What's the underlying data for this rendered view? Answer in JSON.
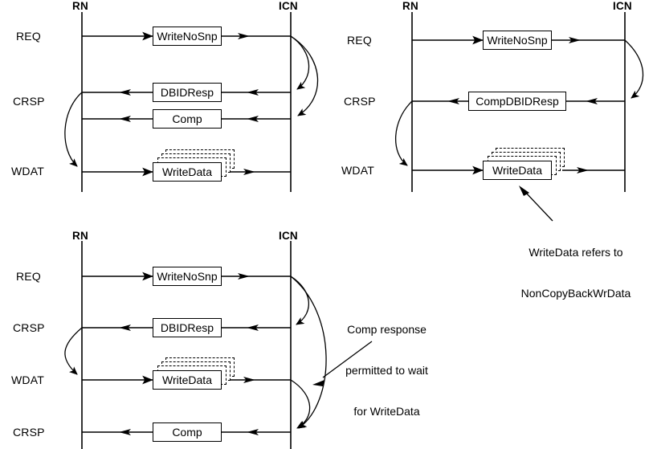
{
  "figure": {
    "title": "CHI write transaction flow diagrams",
    "line_color": "#000000",
    "background": "#ffffff"
  },
  "diagrams": [
    {
      "id": "top-left",
      "name": "writenosnp-separate-dbidresp-comp",
      "agents": {
        "left": "RN",
        "right": "ICN"
      },
      "channels": [
        "REQ",
        "CRSP",
        "CRSP",
        "WDAT"
      ],
      "messages": [
        {
          "name": "WriteNoSnp",
          "channel": "REQ",
          "direction": "rn-to-icn"
        },
        {
          "name": "DBIDResp",
          "channel": "CRSP",
          "direction": "icn-to-rn"
        },
        {
          "name": "Comp",
          "channel": "CRSP",
          "direction": "icn-to-rn"
        },
        {
          "name": "WriteData",
          "channel": "WDAT",
          "direction": "rn-to-icn",
          "repeated": true,
          "copies": 3
        }
      ]
    },
    {
      "id": "top-right",
      "name": "writenosnp-combined-compdbidresp",
      "agents": {
        "left": "RN",
        "right": "ICN"
      },
      "channels": [
        "REQ",
        "CRSP",
        "WDAT"
      ],
      "messages": [
        {
          "name": "WriteNoSnp",
          "channel": "REQ",
          "direction": "rn-to-icn"
        },
        {
          "name": "CompDBIDResp",
          "channel": "CRSP",
          "direction": "icn-to-rn"
        },
        {
          "name": "WriteData",
          "channel": "WDAT",
          "direction": "rn-to-icn",
          "repeated": true,
          "copies": 3
        }
      ],
      "callout": {
        "lines": [
          "WriteData refers to",
          "NonCopyBackWrData"
        ],
        "points_to": "WriteData"
      }
    },
    {
      "id": "bottom-left",
      "name": "writenosnp-comp-after-writedata",
      "agents": {
        "left": "RN",
        "right": "ICN"
      },
      "channels": [
        "REQ",
        "CRSP",
        "WDAT",
        "CRSP"
      ],
      "messages": [
        {
          "name": "WriteNoSnp",
          "channel": "REQ",
          "direction": "rn-to-icn"
        },
        {
          "name": "DBIDResp",
          "channel": "CRSP",
          "direction": "icn-to-rn"
        },
        {
          "name": "WriteData",
          "channel": "WDAT",
          "direction": "rn-to-icn",
          "repeated": true,
          "copies": 3
        },
        {
          "name": "Comp",
          "channel": "CRSP",
          "direction": "icn-to-rn"
        }
      ],
      "callout": {
        "lines": [
          "Comp response",
          "permitted to wait",
          "for WriteData"
        ],
        "points_to": "Comp"
      }
    }
  ],
  "labels": {
    "rn": "RN",
    "icn": "ICN",
    "req": "REQ",
    "crsp": "CRSP",
    "wdat": "WDAT",
    "msg_writenosnp": "WriteNoSnp",
    "msg_dbidresp": "DBIDResp",
    "msg_comp": "Comp",
    "msg_compdbidresp": "CompDBIDResp",
    "msg_writedata": "WriteData",
    "note_tr_line1": "WriteData refers to",
    "note_tr_line2": "NonCopyBackWrData",
    "note_bl_line1": "Comp response",
    "note_bl_line2": "permitted to wait",
    "note_bl_line3": "for WriteData"
  }
}
